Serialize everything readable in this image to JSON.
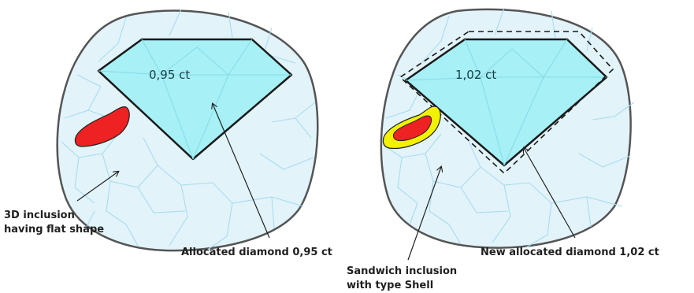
{
  "colors": {
    "stone_fill": "#e2f3fa",
    "stone_outline": "#555555",
    "facet_lines": "#a9dcf0",
    "diamond_fill": "#a6f0f6",
    "inclusion_red": "#ee2222",
    "shell_yellow": "#f2f200",
    "leader_line": "#222222"
  },
  "left_panel": {
    "carat_text": "0,95 ct",
    "inclusion_label": [
      "3D inclusion",
      "having flat shape"
    ],
    "diamond_label": "Allocated diamond 0,95 ct"
  },
  "right_panel": {
    "carat_text": "1,02 ct",
    "inclusion_label": [
      "Sandwich inclusion",
      "with type Shell"
    ],
    "diamond_label": "New allocated diamond 1,02 ct"
  }
}
